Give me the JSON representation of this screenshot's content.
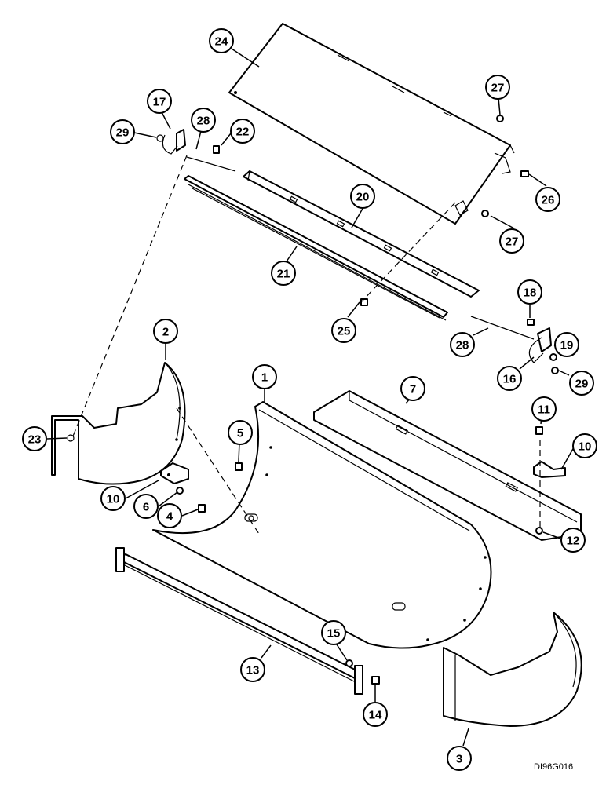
{
  "figure_code": "DI96G016",
  "callouts": [
    {
      "id": "c24",
      "label": "24"
    },
    {
      "id": "c27a",
      "label": "27"
    },
    {
      "id": "c17",
      "label": "17"
    },
    {
      "id": "c29a",
      "label": "29"
    },
    {
      "id": "c28a",
      "label": "28"
    },
    {
      "id": "c22",
      "label": "22"
    },
    {
      "id": "c26",
      "label": "26"
    },
    {
      "id": "c20",
      "label": "20"
    },
    {
      "id": "c27b",
      "label": "27"
    },
    {
      "id": "c21",
      "label": "21"
    },
    {
      "id": "c18",
      "label": "18"
    },
    {
      "id": "c25",
      "label": "25"
    },
    {
      "id": "c19",
      "label": "19"
    },
    {
      "id": "c28b",
      "label": "28"
    },
    {
      "id": "c16",
      "label": "16"
    },
    {
      "id": "c29b",
      "label": "29"
    },
    {
      "id": "c2",
      "label": "2"
    },
    {
      "id": "c1",
      "label": "1"
    },
    {
      "id": "c7",
      "label": "7"
    },
    {
      "id": "c11",
      "label": "11"
    },
    {
      "id": "c23",
      "label": "23"
    },
    {
      "id": "c5",
      "label": "5"
    },
    {
      "id": "c10a",
      "label": "10"
    },
    {
      "id": "c10b",
      "label": "10"
    },
    {
      "id": "c6",
      "label": "6"
    },
    {
      "id": "c4",
      "label": "4"
    },
    {
      "id": "c12",
      "label": "12"
    },
    {
      "id": "c15",
      "label": "15"
    },
    {
      "id": "c13",
      "label": "13"
    },
    {
      "id": "c14",
      "label": "14"
    },
    {
      "id": "c3",
      "label": "3"
    }
  ]
}
